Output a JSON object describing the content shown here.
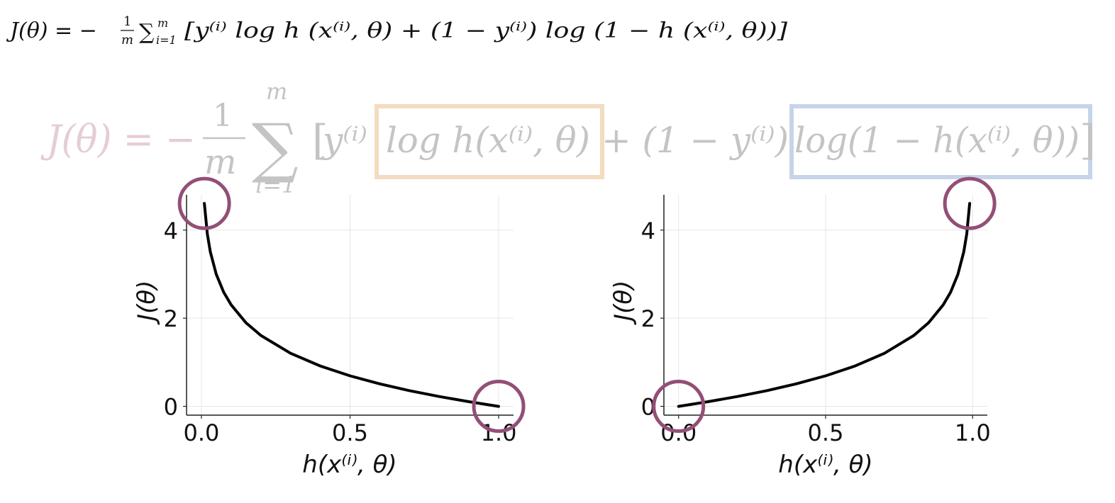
{
  "formula_top": {
    "lhs": "J(θ) = −",
    "frac_num": "1",
    "frac_den": "m",
    "sum": "∑",
    "sum_upper": "m",
    "sum_lower": "i=1",
    "body": "[y⁽ⁱ⁾ log h (x⁽ⁱ⁾, θ) + (1 − y⁽ⁱ⁾) log (1 − h (x⁽ⁱ⁾, θ))]"
  },
  "formula_big": {
    "lhs": "J(θ) = −",
    "frac_num": "1",
    "frac_den": "m",
    "sum": "∑",
    "sum_upper": "m",
    "sum_lower": "i=1",
    "bracket_open": "[",
    "y_term": "y⁽ⁱ⁾",
    "term1": "log h(x⁽ⁱ⁾, θ)",
    "plus_term": "+ (1 − y⁽ⁱ⁾)",
    "term2": "log(1 − h(x⁽ⁱ⁾, θ))",
    "bracket_close": "]",
    "term1_box_color": "#f3dcc0",
    "term2_box_color": "#c6d4ea",
    "lhs_color": "#e5ccd7",
    "text_color": "#c4c4c4"
  },
  "highlight_color": "#934f76",
  "chart_data": [
    {
      "type": "line",
      "function": "-log(h)",
      "series": [
        {
          "x": [
            0.01,
            0.02,
            0.03,
            0.05,
            0.075,
            0.1,
            0.15,
            0.2,
            0.3,
            0.4,
            0.5,
            0.6,
            0.7,
            0.8,
            0.9,
            1.0
          ],
          "values": [
            4.605,
            3.912,
            3.507,
            2.996,
            2.59,
            2.303,
            1.897,
            1.609,
            1.204,
            0.916,
            0.693,
            0.511,
            0.357,
            0.223,
            0.105,
            0.0
          ]
        }
      ],
      "xlabel": "h(x⁽ⁱ⁾, θ)",
      "ylabel": "J(θ)",
      "xticks": [
        "0.0",
        "0.5",
        "1.0"
      ],
      "yticks": [
        "0",
        "2",
        "4"
      ],
      "xlim": [
        -0.05,
        1.05
      ],
      "ylim": [
        -0.2,
        4.8
      ],
      "grid": true,
      "highlights": [
        {
          "x": 0.01,
          "y": 4.605
        },
        {
          "x": 1.0,
          "y": 0.0
        }
      ]
    },
    {
      "type": "line",
      "function": "-log(1-h)",
      "series": [
        {
          "x": [
            0.0,
            0.1,
            0.2,
            0.3,
            0.4,
            0.5,
            0.6,
            0.7,
            0.8,
            0.85,
            0.9,
            0.925,
            0.95,
            0.97,
            0.98,
            0.99
          ],
          "values": [
            0.0,
            0.105,
            0.223,
            0.357,
            0.511,
            0.693,
            0.916,
            1.204,
            1.609,
            1.897,
            2.303,
            2.59,
            2.996,
            3.507,
            3.912,
            4.605
          ]
        }
      ],
      "xlabel": "h(x⁽ⁱ⁾, θ)",
      "ylabel": "J(θ)",
      "xticks": [
        "0.0",
        "0.5",
        "1.0"
      ],
      "yticks": [
        "0",
        "2",
        "4"
      ],
      "xlim": [
        -0.05,
        1.05
      ],
      "ylim": [
        -0.2,
        4.8
      ],
      "grid": true,
      "highlights": [
        {
          "x": 0.99,
          "y": 4.605
        },
        {
          "x": 0.0,
          "y": 0.0
        }
      ]
    }
  ]
}
